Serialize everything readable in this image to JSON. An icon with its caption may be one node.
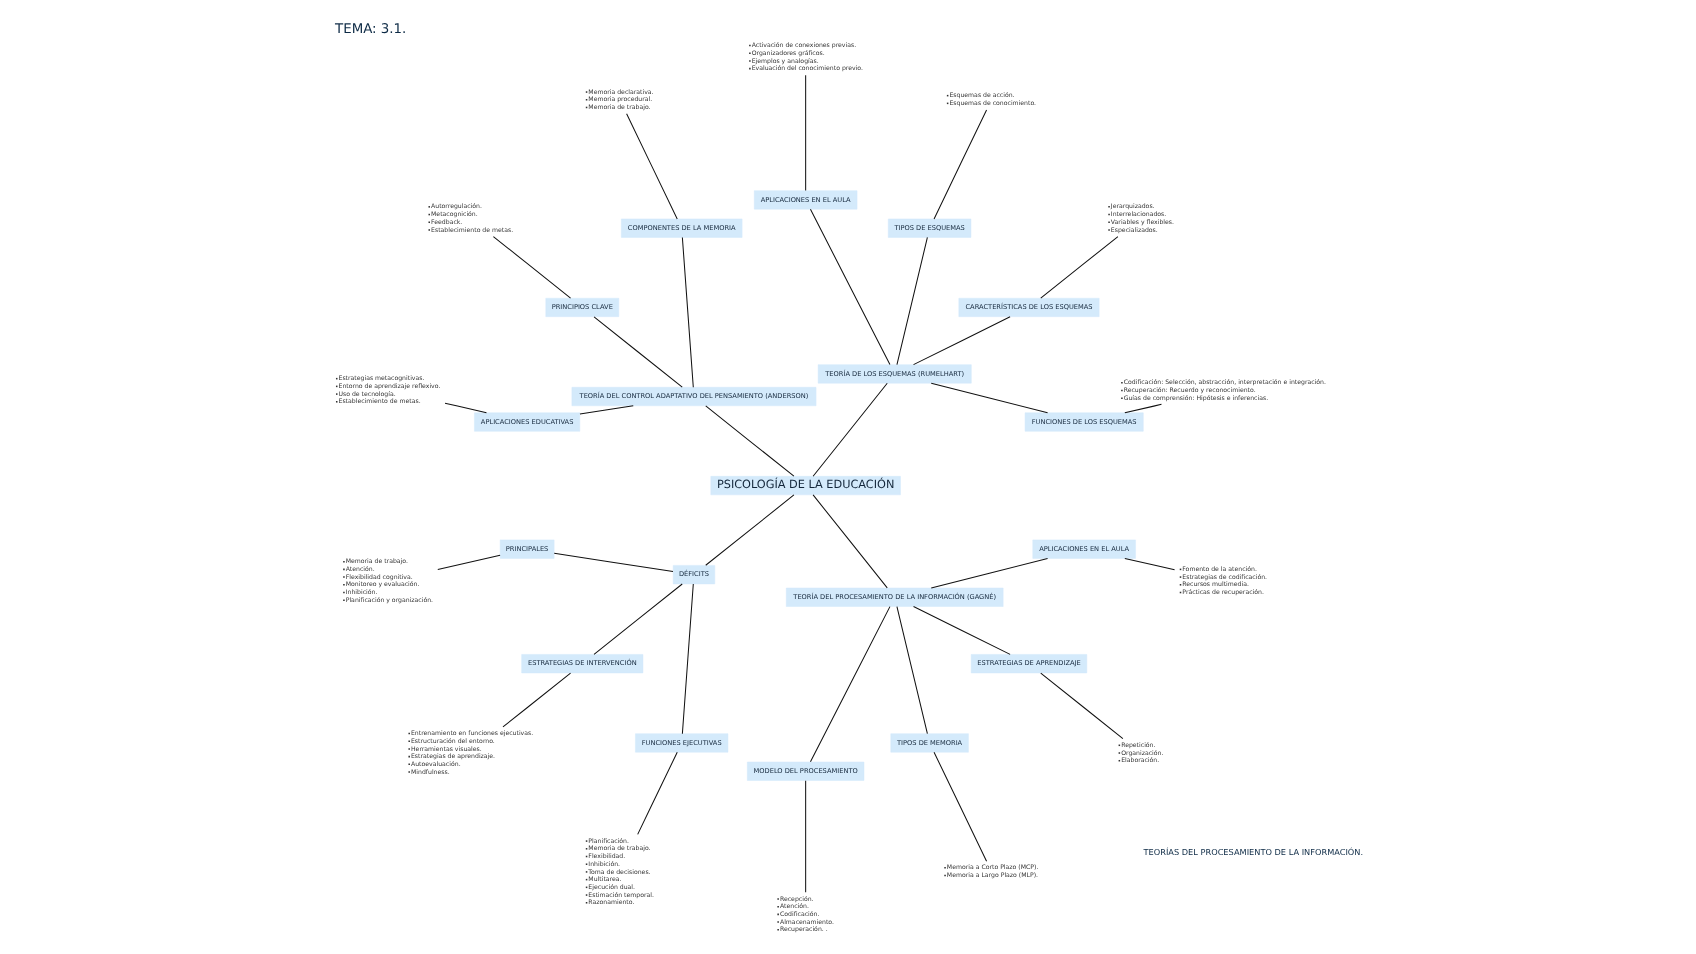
{
  "diagram": {
    "title": "TEMA: 3.1.",
    "nodes": [
      {
        "text": [
          "PSICOLOGÍA DE LA EDUCACIÓN"
        ]
      },
      {
        "text": [
          "TEORÍA DE LOS ESQUEMAS (RUMELHART)"
        ]
      },
      {
        "text": [
          "FUNCIONES DE LOS ESQUEMAS"
        ]
      },
      {
        "text": [
          "Codificación: Selección, abstracción, interpretación e integración.",
          "Recuperación: Recuerdo y reconocimiento.",
          "Guías de comprensión: Hipótesis e inferencias."
        ]
      },
      {
        "text": [
          "CARACTERÍSTICAS DE LOS ESQUEMAS"
        ]
      },
      {
        "text": [
          "Jerarquizados.",
          "Interrelacionados.",
          "Variables y flexibles.",
          "Especializados."
        ]
      },
      {
        "text": [
          "TIPOS DE ESQUEMAS"
        ]
      },
      {
        "text": [
          "Esquemas de acción.",
          "Esquemas de conocimiento."
        ]
      },
      {
        "text": [
          "APLICACIONES EN EL AULA"
        ]
      },
      {
        "text": [
          "Activación de conexiones previas.",
          "Organizadores gráficos.",
          "Ejemplos y analogías.",
          "Evaluación del conocimiento previo."
        ]
      },
      {
        "text": [
          "TEORÍA DEL CONTROL ADAPTATIVO DEL PENSAMIENTO (ANDERSON)"
        ]
      },
      {
        "text": [
          "COMPONENTES DE LA MEMORIA"
        ]
      },
      {
        "text": [
          "Memoria declarativa.",
          "Memoria procedural.",
          "Memoria de trabajo."
        ]
      },
      {
        "text": [
          "PRINCIPIOS CLAVE"
        ]
      },
      {
        "text": [
          "Autorregulación.",
          "Metacognición.",
          "Feedback.",
          "Establecimiento de metas."
        ]
      },
      {
        "text": [
          "APLICACIONES EDUCATIVAS"
        ]
      },
      {
        "text": [
          "Estrategias metacognitivas.",
          "Entorno de aprendizaje reflexivo.",
          "Uso de tecnología.",
          "Establecimiento de metas."
        ]
      },
      {
        "text": [
          "DÉFICITS"
        ]
      },
      {
        "text": [
          "PRINCIPALES"
        ]
      },
      {
        "text": [
          "Memoria de trabajo.",
          "Atención.",
          "Flexibilidad cognitiva.",
          "Monitoreo y evaluación.",
          "Inhibición.",
          "Planificación y organización."
        ]
      },
      {
        "text": [
          "ESTRATEGIAS DE INTERVENCIÓN"
        ]
      },
      {
        "text": [
          "Entrenamiento en funciones ejecutivas.",
          "Estructuración del entorno.",
          "Herramientas visuales.",
          "Estrategias de aprendizaje.",
          "Autoevaluación.",
          "Mindfulness."
        ]
      },
      {
        "text": [
          "FUNCIONES EJECUTIVAS"
        ]
      },
      {
        "text": [
          "Planificación.",
          "Memoria de trabajo.",
          "Flexibilidad.",
          "Inhibición.",
          "Toma de decisiones.",
          "Multitarea.",
          "Ejecución dual.",
          "Estimación temporal.",
          "Razonamiento."
        ]
      },
      {
        "text": [
          "TEORÍA DEL PROCESAMIENTO DE LA INFORMACIÓN (GAGNÉ)"
        ]
      },
      {
        "text": [
          "MODELO DEL PROCESAMIENTO"
        ]
      },
      {
        "text": [
          "Recepción.",
          "Atención.",
          "Codificación.",
          "Almacenamiento.",
          "Recuperación. ."
        ]
      },
      {
        "text": [
          "TIPOS DE MEMORIA"
        ]
      },
      {
        "text": [
          "Memoria a Corto Plazo (MCP).",
          "Memoria a Largo Plazo (MLP)."
        ]
      },
      {
        "text": [
          "ESTRATEGIAS DE APRENDIZAJE"
        ]
      },
      {
        "text": [
          "Repetición.",
          "Organización.",
          "Elaboración."
        ]
      },
      {
        "text": [
          "APLICACIONES EN EL AULA"
        ]
      },
      {
        "text": [
          "Fomento de la atención.",
          "Estrategias de codificación.",
          "Recursos multimedia.",
          "Prácticas de recuperación."
        ]
      }
    ],
    "edges": [
      {
        "from": 0,
        "to": 1,
        "arrow": "none"
      },
      {
        "from": 1,
        "to": 2,
        "arrow": "none"
      },
      {
        "from": 2,
        "to": 3,
        "arrow": "none"
      },
      {
        "from": 1,
        "to": 4,
        "arrow": "none"
      },
      {
        "from": 4,
        "to": 5,
        "arrow": "none"
      },
      {
        "from": 1,
        "to": 6,
        "arrow": "none"
      },
      {
        "from": 6,
        "to": 7,
        "arrow": "none"
      },
      {
        "from": 1,
        "to": 8,
        "arrow": "none"
      },
      {
        "from": 8,
        "to": 9,
        "arrow": "none"
      },
      {
        "from": 0,
        "to": 10,
        "arrow": "none"
      },
      {
        "from": 10,
        "to": 11,
        "arrow": "none"
      },
      {
        "from": 11,
        "to": 12,
        "arrow": "none"
      },
      {
        "from": 10,
        "to": 13,
        "arrow": "none"
      },
      {
        "from": 13,
        "to": 14,
        "arrow": "none"
      },
      {
        "from": 10,
        "to": 15,
        "arrow": "none"
      },
      {
        "from": 15,
        "to": 16,
        "arrow": "none"
      },
      {
        "from": 0,
        "to": 17,
        "arrow": "none"
      },
      {
        "from": 17,
        "to": 18,
        "arrow": "none"
      },
      {
        "from": 18,
        "to": 19,
        "arrow": "none"
      },
      {
        "from": 17,
        "to": 20,
        "arrow": "none"
      },
      {
        "from": 20,
        "to": 21,
        "arrow": "none"
      },
      {
        "from": 17,
        "to": 22,
        "arrow": "none"
      },
      {
        "from": 22,
        "to": 23,
        "arrow": "none"
      },
      {
        "from": 0,
        "to": 24,
        "arrow": "none"
      },
      {
        "from": 24,
        "to": 25,
        "arrow": "none"
      },
      {
        "from": 25,
        "to": 26,
        "arrow": "none"
      },
      {
        "from": 24,
        "to": 27,
        "arrow": "none"
      },
      {
        "from": 27,
        "to": 28,
        "arrow": "none"
      },
      {
        "from": 24,
        "to": 29,
        "arrow": "none"
      },
      {
        "from": 29,
        "to": 30,
        "arrow": "none"
      },
      {
        "from": 24,
        "to": 31,
        "arrow": "none"
      },
      {
        "from": 31,
        "to": 32,
        "arrow": "none"
      }
    ],
    "labels": [
      "TEORÍAS DEL PROCESAMIENTO DE LA INFORMACIÓN."
    ]
  }
}
